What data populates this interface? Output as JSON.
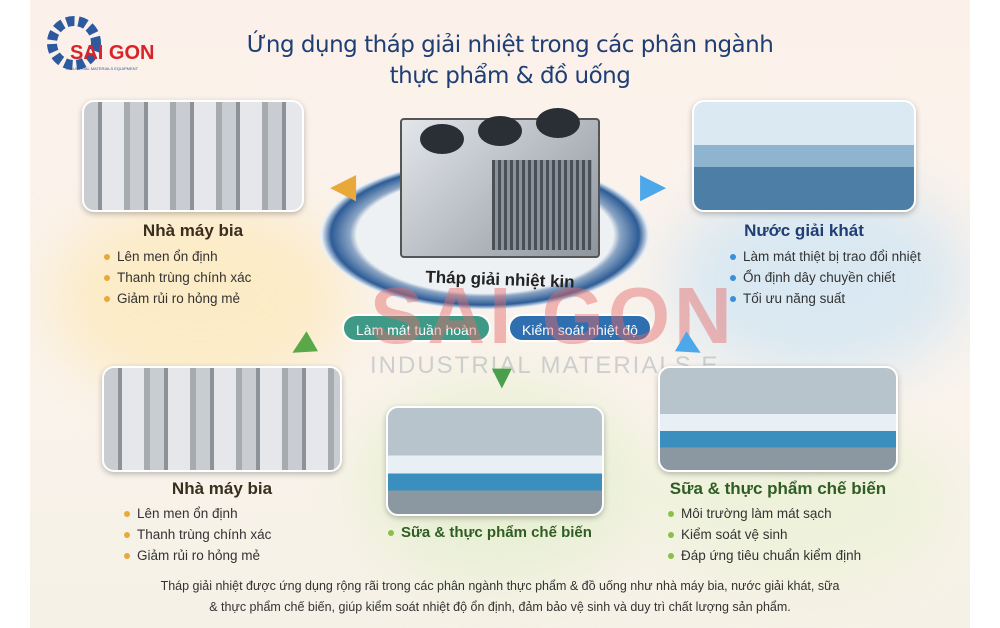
{
  "logo": {
    "name": "SAI GON",
    "tagline": "INDUSTRIAL MATERIALS EQUIPMENT"
  },
  "watermark": {
    "name": "SAI GON",
    "tagline": "INDUSTRIAL MATERIALS E"
  },
  "title": {
    "line1": "Ứng dụng tháp giải nhiệt trong các phân ngành",
    "line2": "thực phẩm & đồ uống"
  },
  "center": {
    "label": "Tháp giải nhiệt kin",
    "pill_left": "Làm mát tuần hoàn",
    "pill_right": "Kiểm soát nhiệt độ"
  },
  "cards": {
    "top_left": {
      "title": "Nhà máy bia",
      "items": [
        "Lên men ổn định",
        "Thanh trùng chính xác",
        "Giảm rủi ro hỏng mẻ"
      ]
    },
    "top_right": {
      "title": "Nước giải khát",
      "items": [
        "Làm mát thiệt bị trao đổi nhiệt",
        "Ổn định dây chuyền chiết",
        "Tối ưu năng suất"
      ]
    },
    "bottom_left": {
      "title": "Nhà máy bia",
      "items": [
        "Lên men ổn định",
        "Thanh trùng chính xác",
        "Giảm rủi ro hỏng mẻ"
      ]
    },
    "bottom_center": {
      "items": [
        "Sữa & thực phẩm chế biến"
      ]
    },
    "bottom_right": {
      "title": "Sữa & thực phẩm chế biến",
      "items": [
        "Môi trường làm mát sạch",
        "Kiểm soát vệ sinh",
        "Đáp ứng tiêu chuẩn kiểm định"
      ]
    }
  },
  "footer": {
    "line1": "Tháp giải nhiệt được ứng dụng rộng rãi trong các phân ngành thực phẩm & đồ uống như nhà máy bia, nước giải khát, sữa",
    "line2": "& thực phẩm chế biến, giúp kiểm soát nhiệt độ ổn định, đảm bảo vệ sinh và duy trì chất lượng sản phẩm."
  },
  "colors": {
    "title": "#1f3f74",
    "beer": "#e8a93a",
    "drink": "#3b8fd6",
    "dairy": "#5aa84a",
    "pill_left": "#3e9a86",
    "pill_right": "#2f6fb0"
  }
}
